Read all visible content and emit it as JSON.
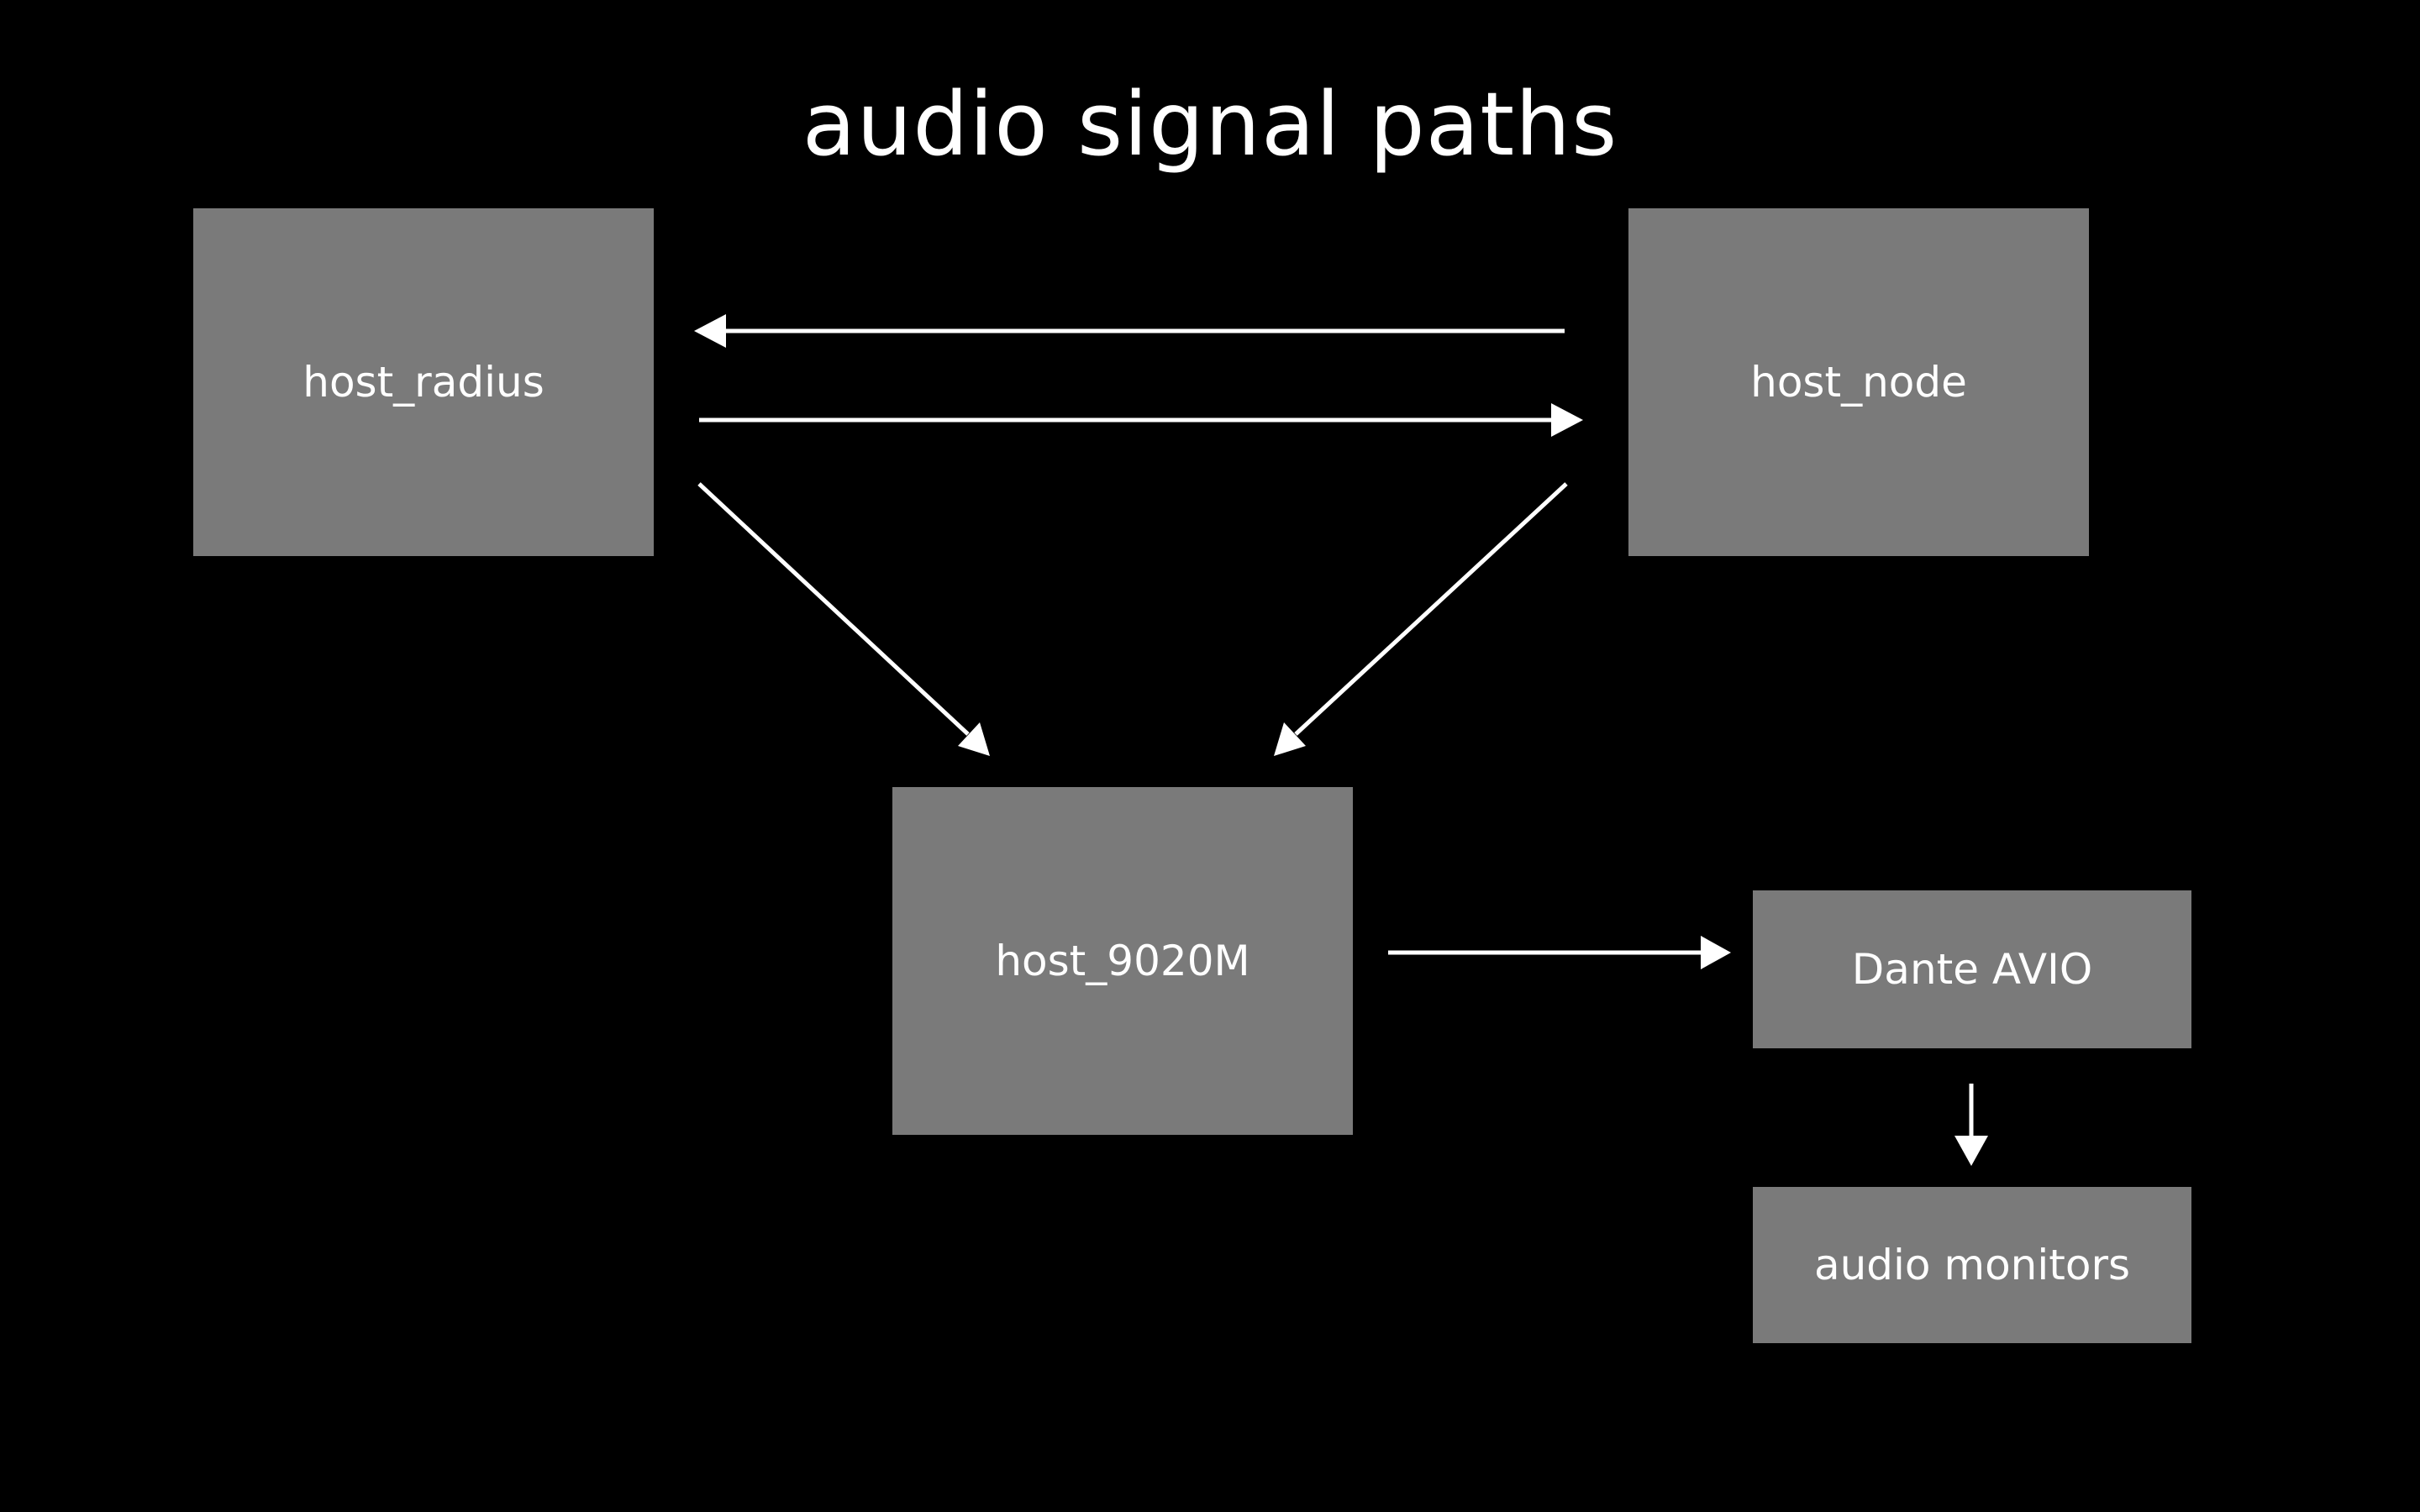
{
  "diagram": {
    "title": "audio signal paths",
    "nodes": {
      "host_radius": "host_radius",
      "host_node": "host_node",
      "host_9020m": "host_9020M",
      "dante_avio": "Dante AVIO",
      "audio_monitors": "audio monitors"
    },
    "edges": [
      {
        "from": "host_node",
        "to": "host_radius"
      },
      {
        "from": "host_radius",
        "to": "host_node"
      },
      {
        "from": "host_radius",
        "to": "host_9020M"
      },
      {
        "from": "host_node",
        "to": "host_9020M"
      },
      {
        "from": "host_9020M",
        "to": "Dante AVIO"
      },
      {
        "from": "Dante AVIO",
        "to": "audio monitors"
      }
    ],
    "colors": {
      "background": "#000000",
      "box": "#7a7a7a",
      "text": "#ffffff",
      "arrow": "#ffffff"
    }
  }
}
